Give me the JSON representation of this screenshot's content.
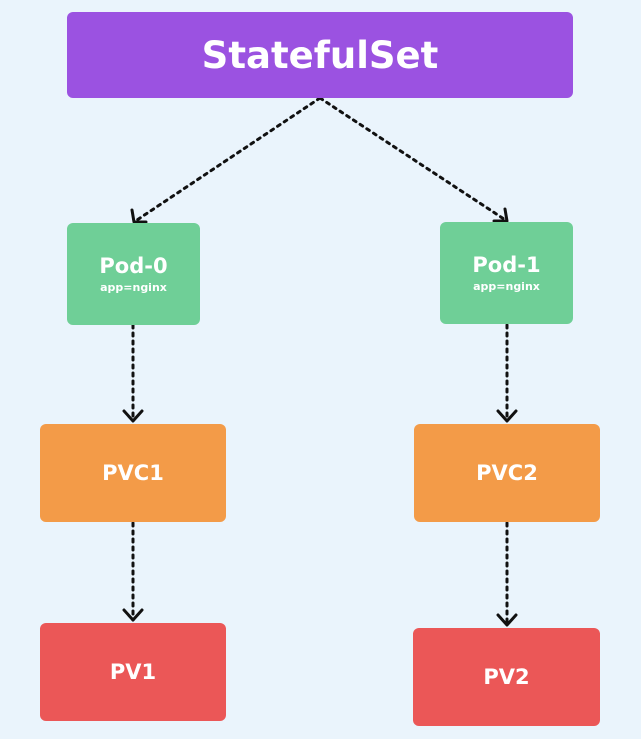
{
  "colors": {
    "background": "#eaf4fc",
    "statefulset": "#9b52e1",
    "pod": "#6fcf97",
    "pvc": "#f39b48",
    "pv": "#eb5757",
    "connector": "#111111"
  },
  "diagram": {
    "statefulset": {
      "label": "StatefulSet"
    },
    "pods": [
      {
        "name": "Pod-0",
        "label": "app=nginx"
      },
      {
        "name": "Pod-1",
        "label": "app=nginx"
      }
    ],
    "pvcs": [
      {
        "name": "PVC1"
      },
      {
        "name": "PVC2"
      }
    ],
    "pvs": [
      {
        "name": "PV1"
      },
      {
        "name": "PV2"
      }
    ]
  }
}
